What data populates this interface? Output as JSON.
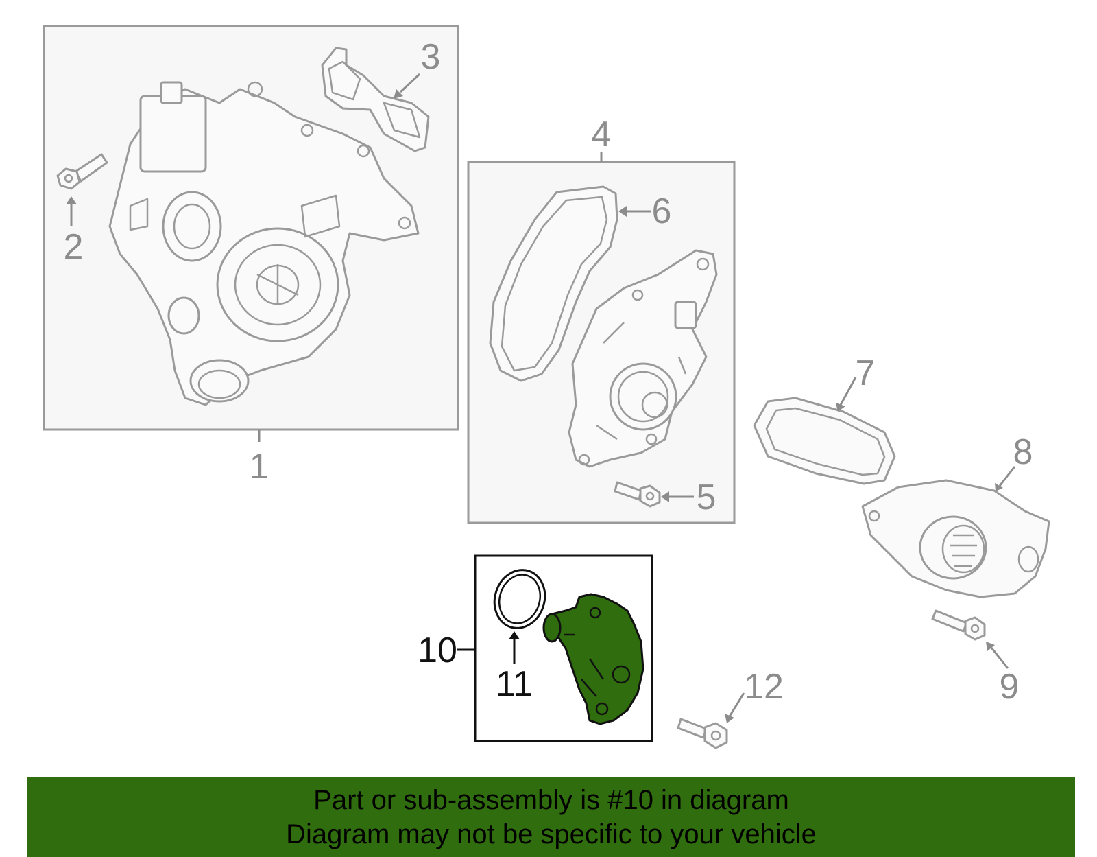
{
  "callouts": {
    "c1": "1",
    "c2": "2",
    "c3": "3",
    "c4": "4",
    "c5": "5",
    "c6": "6",
    "c7": "7",
    "c8": "8",
    "c9": "9",
    "c10": "10",
    "c11": "11",
    "c12": "12"
  },
  "highlight": {
    "part_number": "10",
    "color": "#2f6d0f"
  },
  "banner": {
    "line1": "Part or sub-assembly is #10 in diagram",
    "line2": "Diagram may not be specific to your vehicle",
    "background": "#2f6d0f"
  }
}
